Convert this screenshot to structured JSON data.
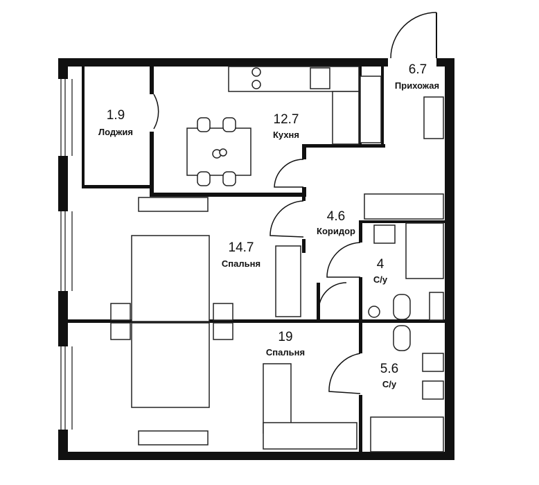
{
  "plan": {
    "rooms": [
      {
        "id": "hallway",
        "area": "6.7",
        "name": "Прихожая"
      },
      {
        "id": "loggia",
        "area": "1.9",
        "name": "Лоджия"
      },
      {
        "id": "kitchen",
        "area": "12.7",
        "name": "Кухня"
      },
      {
        "id": "corridor",
        "area": "4.6",
        "name": "Коридор"
      },
      {
        "id": "bedroom1",
        "area": "14.7",
        "name": "Спальня"
      },
      {
        "id": "bathroom1",
        "area": "4",
        "name": "С/у"
      },
      {
        "id": "bedroom2",
        "area": "19",
        "name": "Спальня"
      },
      {
        "id": "bathroom2",
        "area": "5.6",
        "name": "С/у"
      }
    ]
  }
}
